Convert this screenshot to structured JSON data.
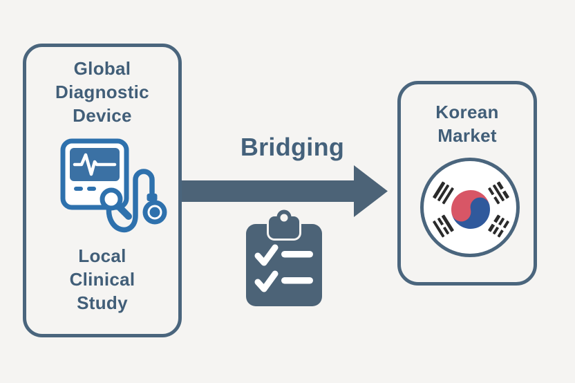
{
  "scene": {
    "description": "Bridging diagram: global diagnostic device with local clinical study leading to the Korean market",
    "background_color": "#f5f4f2"
  },
  "left_box": {
    "title_lines": [
      "Global",
      "Diagnostic",
      "Device"
    ],
    "subtitle_lines": [
      "Local",
      "Clinical",
      "Study"
    ],
    "icon": "diagnostic-device-with-stethoscope-and-magnifier"
  },
  "bridge": {
    "label": "Bridging",
    "arrow_direction": "right",
    "icon": "checklist-clipboard"
  },
  "right_box": {
    "title_lines": [
      "Korean",
      "Market"
    ],
    "icon": "south-korea-flag"
  },
  "colors": {
    "slate_shape": "#4c6377",
    "box_border": "#4a657d",
    "heading_text": "#415e78",
    "device_blue": "#2e71ad",
    "screen_blue": "#3b71a4",
    "flag_red": "#d85666",
    "flag_blue": "#30599c",
    "trigram_black": "#2b2b2b",
    "white": "#ffffff"
  }
}
